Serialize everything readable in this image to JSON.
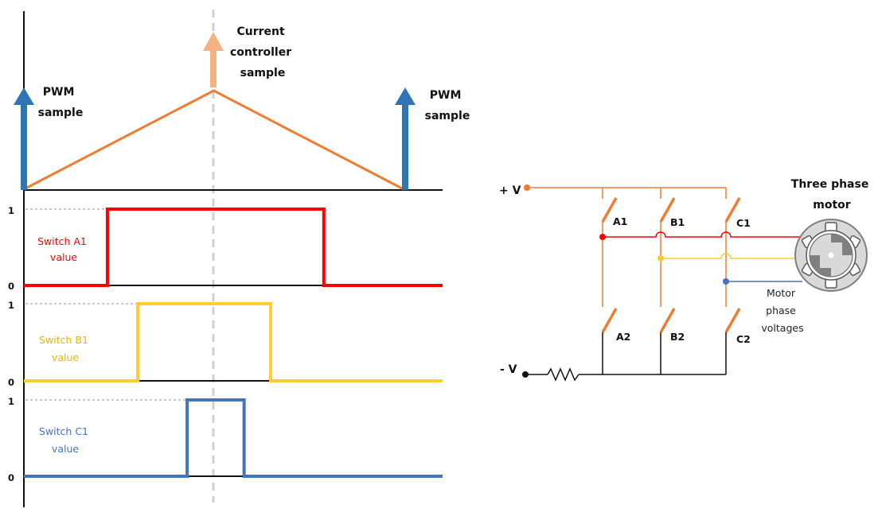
{
  "timing": {
    "center_marker": "dashed center line",
    "triangle": {
      "color": "#ed7d31",
      "points": [
        [
          0,
          0
        ],
        [
          0.5,
          1
        ],
        [
          1,
          0
        ]
      ]
    },
    "annotations": {
      "pwm_left": [
        "PWM",
        "sample"
      ],
      "pwm_right": [
        "PWM",
        "sample"
      ],
      "current_controller": [
        "Current",
        "controller",
        "sample"
      ]
    },
    "arrows": {
      "pwm_color": "#2e75b6",
      "controller_color": "#f4b183"
    },
    "signals": [
      {
        "name": "Switch A1",
        "label": [
          "Switch A1",
          "value"
        ],
        "color": "#ff0000",
        "high_label": "1",
        "low_label": "0",
        "on": 0.22,
        "off": 0.79
      },
      {
        "name": "Switch B1",
        "label": [
          "Switch B1",
          "value"
        ],
        "color": "#ffcc33",
        "high_label": "1",
        "low_label": "0",
        "on": 0.3,
        "off": 0.65
      },
      {
        "name": "Switch C1",
        "label": [
          "Switch C1",
          "value"
        ],
        "color": "#4472c4",
        "high_label": "1",
        "low_label": "0",
        "on": 0.43,
        "off": 0.58
      }
    ]
  },
  "circuit": {
    "plus_v": "+ V",
    "minus_v": "- V",
    "wire_color": "#ed7d31",
    "switches_top": [
      "A1",
      "B1",
      "C1"
    ],
    "switches_bottom": [
      "A2",
      "B2",
      "C2"
    ],
    "phase_colors": [
      "#ff0000",
      "#ffcc33",
      "#4472c4"
    ],
    "motor_title": [
      "Three phase",
      "motor"
    ],
    "phase_label": [
      "Motor",
      "phase",
      "voltages"
    ]
  }
}
